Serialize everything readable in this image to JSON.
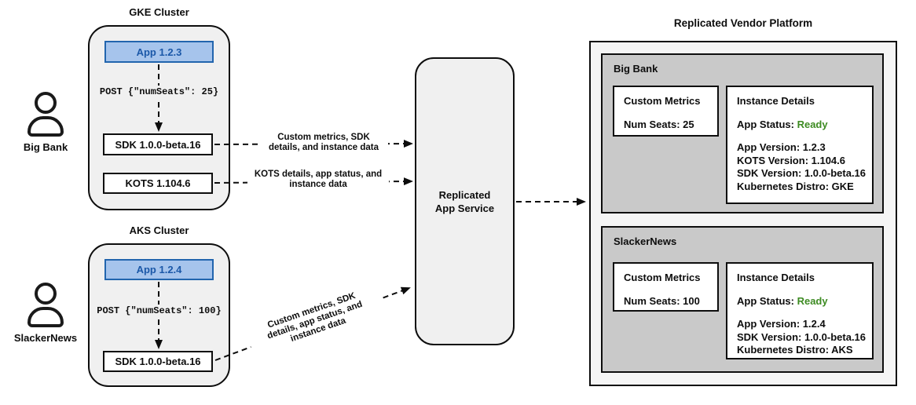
{
  "colors": {
    "cluster_fill": "#f0f0f0",
    "platform_fill": "#f5f5f5",
    "panel_fill": "#c9c9c9",
    "app_fill": "#a6c4ec",
    "app_border": "#2265ae",
    "app_text": "#1b58a8",
    "status_ready": "#3d8b22",
    "line": "#0d0d0d"
  },
  "users": [
    {
      "name": "Big Bank"
    },
    {
      "name": "SlackerNews"
    }
  ],
  "clusters": [
    {
      "title": "GKE Cluster",
      "app": "App 1.2.3",
      "post": "POST {\"numSeats\": 25}",
      "sdk": "SDK 1.0.0-beta.16",
      "kots": "KOTS 1.104.6"
    },
    {
      "title": "AKS Cluster",
      "app": "App 1.2.4",
      "post": "POST {\"numSeats\": 100}",
      "sdk": "SDK 1.0.0-beta.16"
    }
  ],
  "arrow_labels": [
    {
      "line1": "Custom metrics, SDK",
      "line2": "details, and instance data"
    },
    {
      "line1": "KOTS details, app status, and",
      "line2": "instance data"
    },
    {
      "line1": "Custom metrics, SDK",
      "line2": "details, app status, and",
      "line3": "instance data"
    }
  ],
  "service": {
    "line1": "Replicated",
    "line2": "App Service"
  },
  "platform": {
    "title": "Replicated Vendor Platform",
    "panels": [
      {
        "name": "Big Bank",
        "metrics_title": "Custom Metrics",
        "metrics_value": "Num Seats: 25",
        "details_title": "Instance Details",
        "status_label": "App Status:",
        "status_value": "Ready",
        "lines": [
          "App Version: 1.2.3",
          "KOTS Version: 1.104.6",
          "SDK Version: 1.0.0-beta.16",
          "Kubernetes Distro: GKE"
        ]
      },
      {
        "name": "SlackerNews",
        "metrics_title": "Custom Metrics",
        "metrics_value": "Num Seats: 100",
        "details_title": "Instance Details",
        "status_label": "App Status:",
        "status_value": "Ready",
        "lines": [
          "App Version: 1.2.4",
          "SDK Version: 1.0.0-beta.16",
          "Kubernetes Distro: AKS"
        ]
      }
    ]
  }
}
